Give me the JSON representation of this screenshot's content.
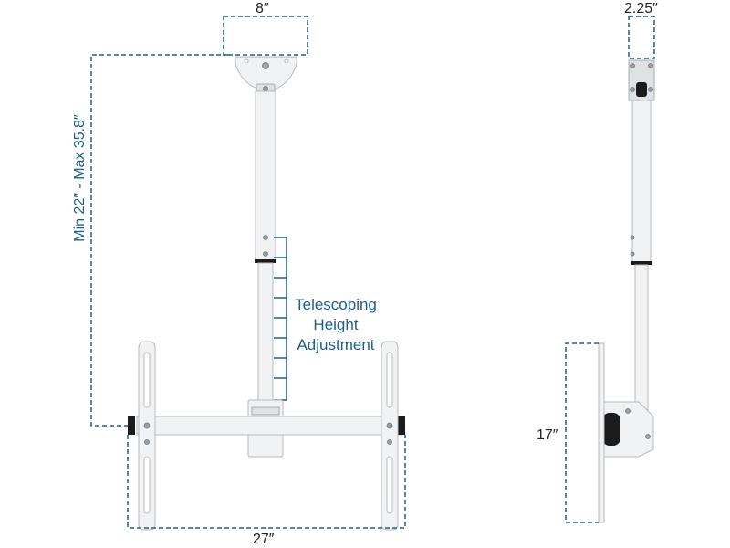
{
  "labels": {
    "top_width": "8″",
    "height_range": "Min 22″ - Max 35.8″",
    "telescoping_line1": "Telescoping",
    "telescoping_line2": "Height",
    "telescoping_line3": "Adjustment",
    "bottom_width": "27″",
    "side_depth": "2.25″",
    "side_height": "17″"
  },
  "colors": {
    "dimension": "#1d5f86",
    "metal": "#f1f2f3",
    "outline": "#b6b9bd",
    "accent_black": "#1b1b1b"
  }
}
